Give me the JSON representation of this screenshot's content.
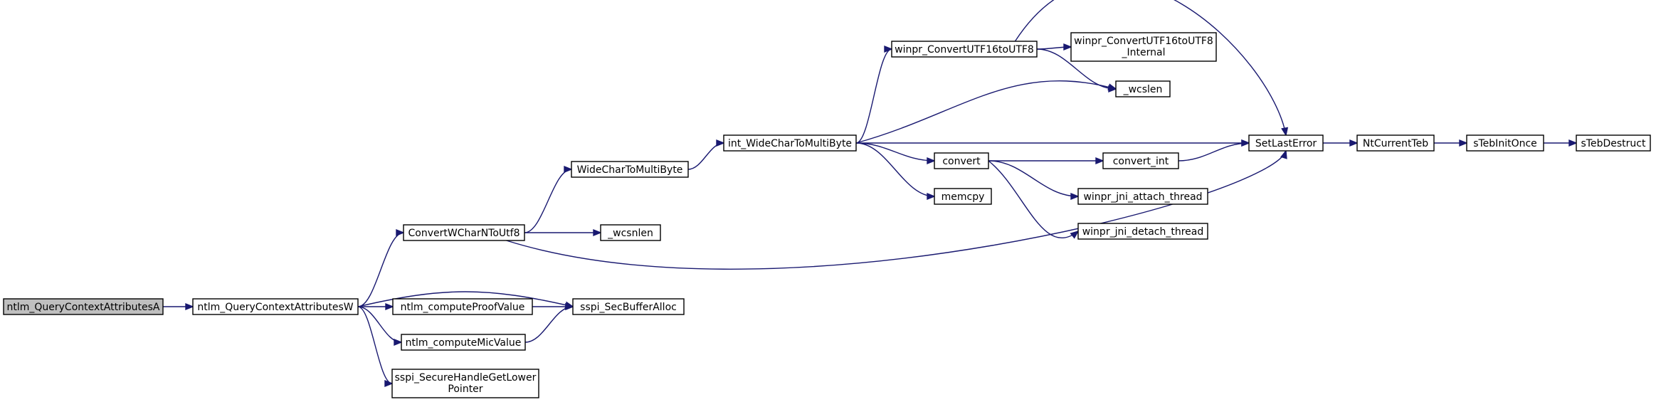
{
  "graph": {
    "edge_color": "#191970",
    "root_fill": "#bfbfbf",
    "nodes": {
      "n_qcaA": {
        "lines": [
          "ntlm_QueryContextAttributesA"
        ],
        "root": true
      },
      "n_qcaW": {
        "lines": [
          "ntlm_QueryContextAttributesW"
        ]
      },
      "n_convWChar": {
        "lines": [
          "ConvertWCharNToUtf8"
        ]
      },
      "n_proof": {
        "lines": [
          "ntlm_computeProofValue"
        ]
      },
      "n_mic": {
        "lines": [
          "ntlm_computeMicValue"
        ]
      },
      "n_secureHandle": {
        "lines": [
          "sspi_SecureHandleGetLower",
          "Pointer"
        ]
      },
      "n_secBuf": {
        "lines": [
          "sspi_SecBufferAlloc"
        ]
      },
      "n_wideChar": {
        "lines": [
          "WideCharToMultiByte"
        ]
      },
      "n_wcsnlen": {
        "lines": [
          "_wcsnlen"
        ]
      },
      "n_intWide": {
        "lines": [
          "int_WideCharToMultiByte"
        ]
      },
      "n_u16u8": {
        "lines": [
          "winpr_ConvertUTF16toUTF8"
        ]
      },
      "n_u16u8i": {
        "lines": [
          "winpr_ConvertUTF16toUTF8",
          "_Internal"
        ]
      },
      "n_wcslen": {
        "lines": [
          "_wcslen"
        ]
      },
      "n_convert": {
        "lines": [
          "convert"
        ]
      },
      "n_memcpy": {
        "lines": [
          "memcpy"
        ]
      },
      "n_convInt": {
        "lines": [
          "convert_int"
        ]
      },
      "n_attach": {
        "lines": [
          "winpr_jni_attach_thread"
        ]
      },
      "n_detach": {
        "lines": [
          "winpr_jni_detach_thread"
        ]
      },
      "n_setLastError": {
        "lines": [
          "SetLastError"
        ]
      },
      "n_ntTeb": {
        "lines": [
          "NtCurrentTeb"
        ]
      },
      "n_tebInit": {
        "lines": [
          "sTebInitOnce"
        ]
      },
      "n_tebDestruct": {
        "lines": [
          "sTebDestruct"
        ]
      }
    },
    "edges": [
      [
        "n_qcaA",
        "n_qcaW"
      ],
      [
        "n_qcaW",
        "n_convWChar"
      ],
      [
        "n_qcaW",
        "n_secBuf"
      ],
      [
        "n_qcaW",
        "n_proof"
      ],
      [
        "n_qcaW",
        "n_mic"
      ],
      [
        "n_qcaW",
        "n_secureHandle"
      ],
      [
        "n_convWChar",
        "n_wideChar"
      ],
      [
        "n_convWChar",
        "n_wcsnlen"
      ],
      [
        "n_convWChar",
        "n_setLastError"
      ],
      [
        "n_proof",
        "n_secBuf"
      ],
      [
        "n_mic",
        "n_secBuf"
      ],
      [
        "n_wideChar",
        "n_intWide"
      ],
      [
        "n_intWide",
        "n_u16u8"
      ],
      [
        "n_intWide",
        "n_setLastError"
      ],
      [
        "n_intWide",
        "n_wcslen"
      ],
      [
        "n_intWide",
        "n_convert"
      ],
      [
        "n_intWide",
        "n_memcpy"
      ],
      [
        "n_u16u8",
        "n_u16u8i"
      ],
      [
        "n_u16u8",
        "n_wcslen"
      ],
      [
        "n_u16u8",
        "n_setLastError"
      ],
      [
        "n_convert",
        "n_convInt"
      ],
      [
        "n_convert",
        "n_attach"
      ],
      [
        "n_convert",
        "n_detach"
      ],
      [
        "n_convInt",
        "n_setLastError"
      ],
      [
        "n_setLastError",
        "n_ntTeb"
      ],
      [
        "n_ntTeb",
        "n_tebInit"
      ],
      [
        "n_tebInit",
        "n_tebDestruct"
      ]
    ]
  }
}
